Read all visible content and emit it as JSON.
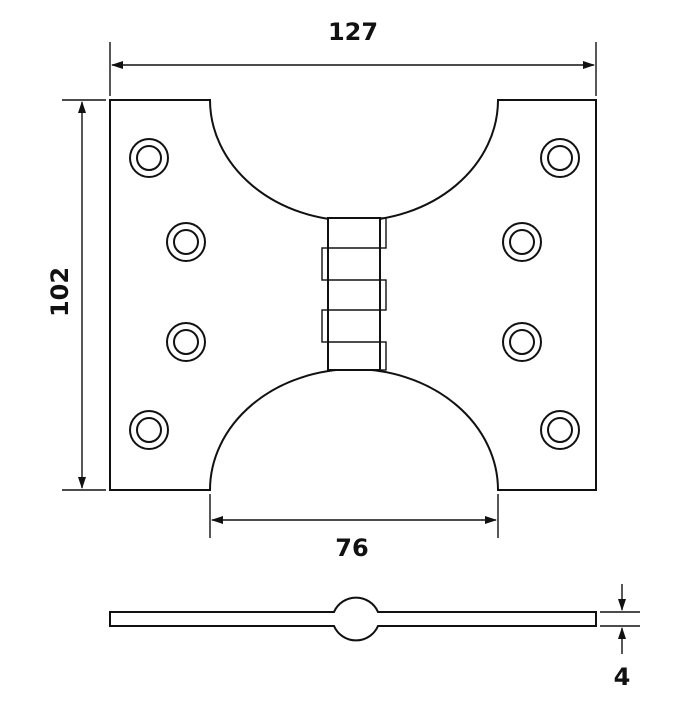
{
  "dimensions": {
    "overall_width": "127",
    "height": "102",
    "knuckle_spacing": "76",
    "thickness": "4"
  }
}
